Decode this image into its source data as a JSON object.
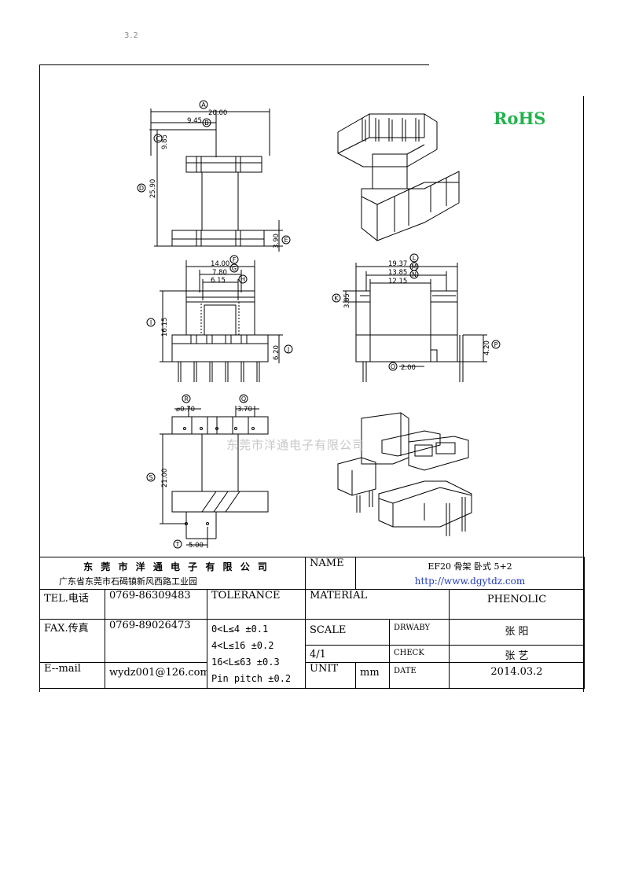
{
  "corner_mark": "3.2",
  "rohs_label": "RoHS",
  "watermark": "东莞市洋通电子有限公司",
  "dimensions": {
    "A": "A",
    "B": "B",
    "C": "C",
    "D": "D",
    "E": "E",
    "F": "F",
    "G": "G",
    "H": "H",
    "I": "I",
    "J": "J",
    "K": "K",
    "L": "L",
    "M": "M",
    "N": "N",
    "O": "O",
    "P": "P",
    "Q": "Q",
    "R": "R",
    "S": "S",
    "T": "T",
    "v_20_00": "20.00",
    "v_9_45": "9.45",
    "v_9_85": "9.85",
    "v_25_90": "25.90",
    "v_3_90": "3.90",
    "v_14_00": "14.00",
    "v_7_80": "7.80",
    "v_6_15": "6.15",
    "v_16_15": "16.15",
    "v_6_20": "6.20",
    "v_19_37": "19.37",
    "v_13_85": "13.85",
    "v_12_15": "12.15",
    "v_3_85": "3.85",
    "v_4_20": "4.20",
    "v_2_00": "2.00",
    "v_0_70": "⌀0.70",
    "v_3_70": "3.70",
    "v_21_00": "21.00",
    "v_5_00": "5.00"
  },
  "title_block": {
    "company_name": "东 莞 市 洋 通 电 子 有 限 公 司",
    "company_address": "广东省东莞市石碣镇新风西路工业园",
    "name_label": "NAME",
    "name_value": "EF20 骨架 卧式 5+2",
    "website": "http://www.dgytdz.com",
    "tel_label": "TEL.电话",
    "tel_value": "0769-86309483",
    "tolerance_label": "TOLERANCE",
    "material_label": "MATERIAL",
    "material_value": "PHENOLIC",
    "fax_label": "FAX.传真",
    "fax_value": "0769-89026473",
    "tol_1": "0<L≤4  ±0.1",
    "tol_2": "4<L≤16 ±0.2",
    "tol_3": "16<L≤63 ±0.3",
    "tol_4": "Pin pitch ±0.2",
    "scale_label": "SCALE",
    "scale_value": "4/1",
    "drawn_label": "DRWABY",
    "drawn_value": "张 阳",
    "check_label": "CHECK",
    "check_value": "张 艺",
    "email_label": "E--mail",
    "email_value": "wydz001@126.com",
    "unit_label": "UNIT",
    "unit_value": "mm",
    "date_label": "DATE",
    "date_value": "2014.03.2"
  }
}
